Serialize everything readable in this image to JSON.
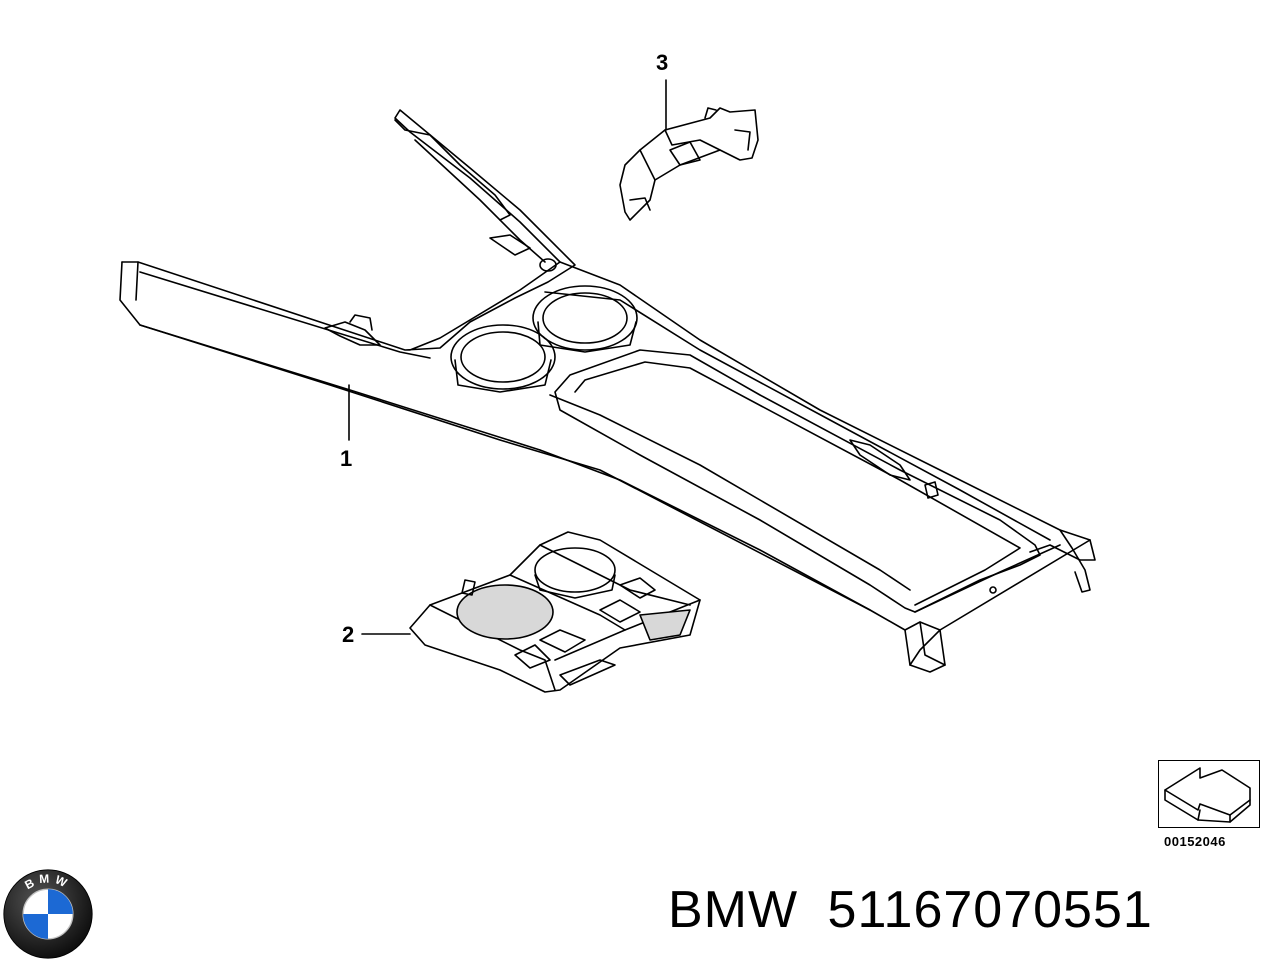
{
  "callouts": {
    "part1": "1",
    "part2": "2",
    "part3": "3"
  },
  "reference": {
    "code": "00152046",
    "icon": "arrow-orientation-icon"
  },
  "caption": {
    "brand": "BMW",
    "part_number": "51167070551"
  },
  "logo": {
    "letters": "BMW",
    "icon": "bmw-roundel-icon",
    "colors": {
      "blue": "#1c69d4",
      "ring": "#111111",
      "white": "#ffffff"
    }
  }
}
